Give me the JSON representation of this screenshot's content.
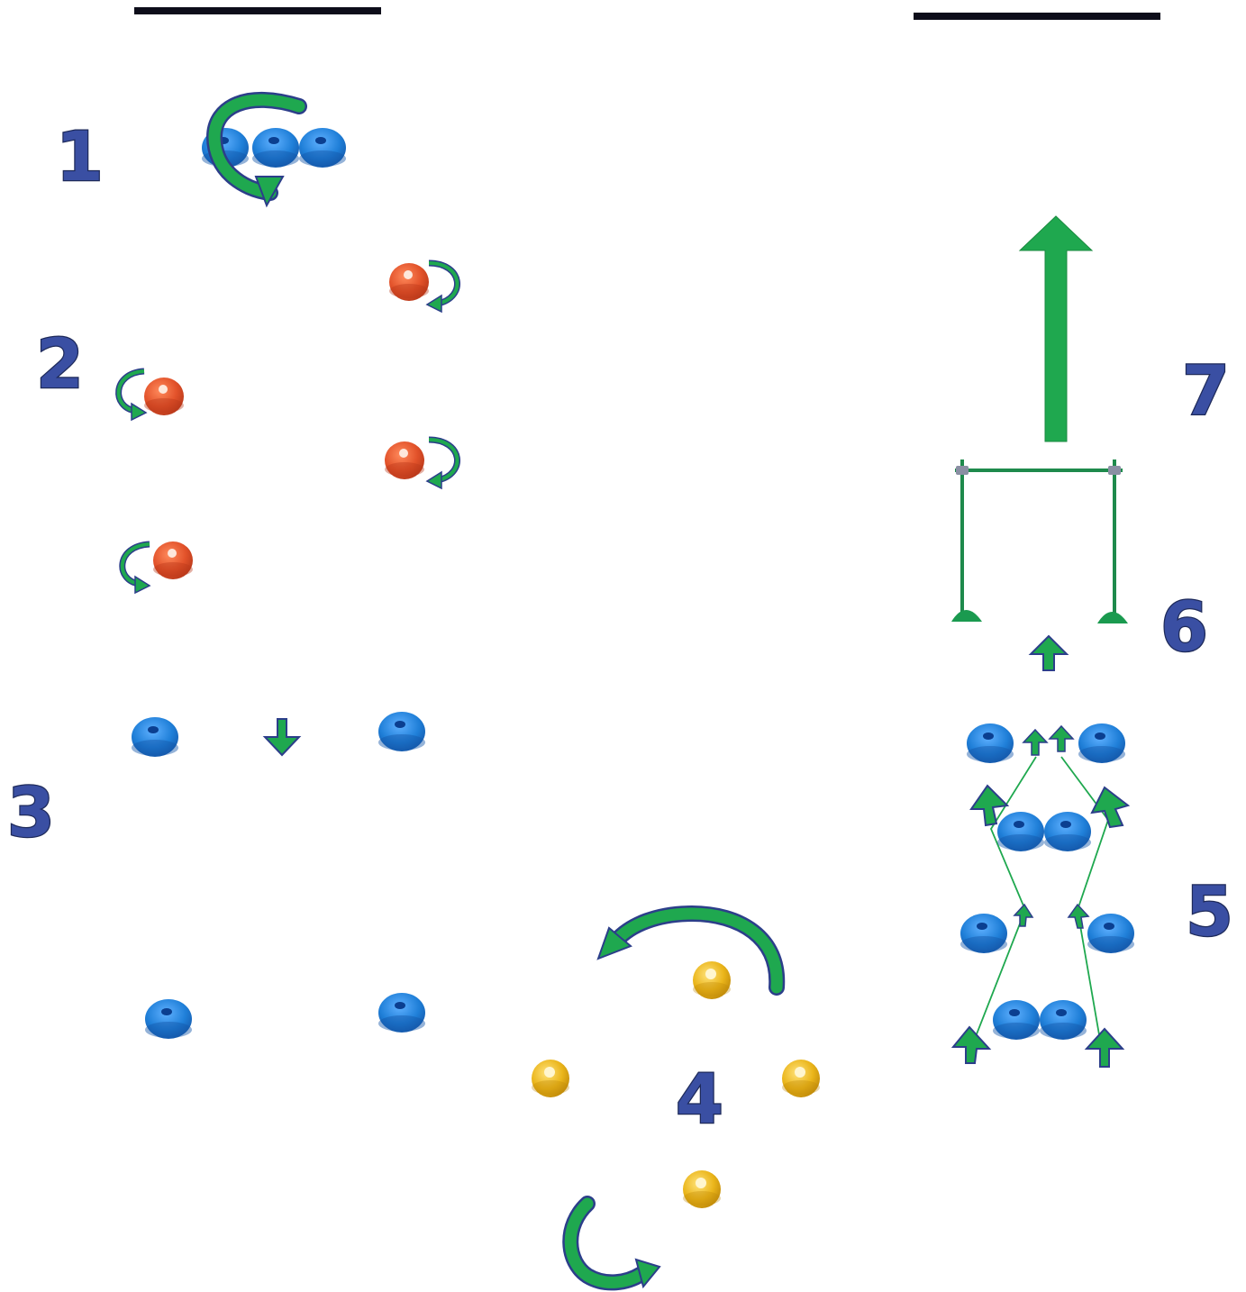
{
  "stations": [
    {
      "id": "station-1",
      "number": "1"
    },
    {
      "id": "station-2",
      "number": "2"
    },
    {
      "id": "station-3",
      "number": "3"
    },
    {
      "id": "station-4",
      "number": "4"
    },
    {
      "id": "station-5",
      "number": "5"
    },
    {
      "id": "station-6",
      "number": "6"
    },
    {
      "id": "station-7",
      "number": "7"
    }
  ],
  "colors": {
    "blue_cone": "#1f7fd8",
    "orange_cone": "#e2522a",
    "yellow_cone": "#e8b51a",
    "arrow_green": "#1fa84f",
    "arrow_outline": "#2c3e8a",
    "hurdle_green": "#1e8a4c",
    "goal_line": "#0d0d1a",
    "number_fill": "#3a4fa3"
  },
  "icons": {
    "blue_cone": "blue-cone-icon",
    "orange_cone": "orange-cone-icon",
    "yellow_cone": "yellow-cone-icon",
    "arrow": "green-arrow-icon",
    "hurdle": "hurdle-icon"
  }
}
